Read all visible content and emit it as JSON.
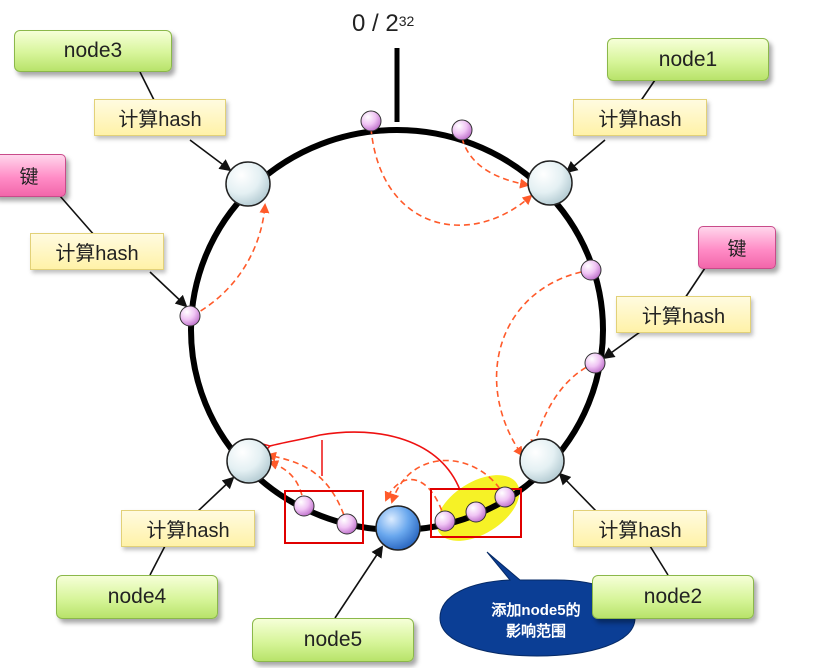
{
  "top_label": {
    "base": "0 / 2",
    "exponent": "32"
  },
  "nodes": {
    "node1": "node1",
    "node2": "node2",
    "node3": "node3",
    "node4": "node4",
    "node5": "node5"
  },
  "hash_label": "计算hash",
  "key_label": "键",
  "callout": {
    "line1": "添加node5的",
    "line2": "影响范围"
  },
  "colors": {
    "ring": "#000000",
    "node_fill": "#e6f1f4",
    "new_node_fill": "#5b9ee8",
    "key_point_fill": "#e8b4f0",
    "arrow_dashed": "#ff5a2a",
    "highlight": "#f5f000",
    "highlight_box": "#e00000",
    "red_arrow": "#ee1111",
    "callout_fill": "#0b3e95"
  }
}
